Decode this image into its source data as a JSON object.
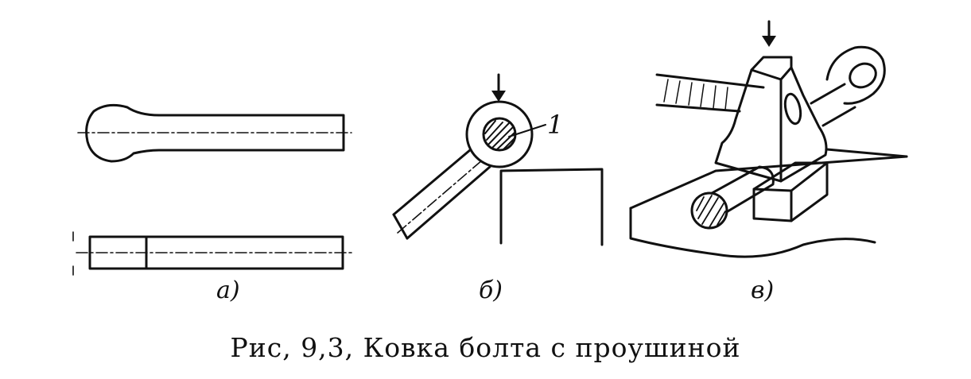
{
  "figure": {
    "caption": "Рис, 9,3, Ковка болта с проушиной",
    "panel_labels": {
      "a": "а)",
      "b": "б)",
      "v": "в)"
    },
    "callout": "1"
  }
}
